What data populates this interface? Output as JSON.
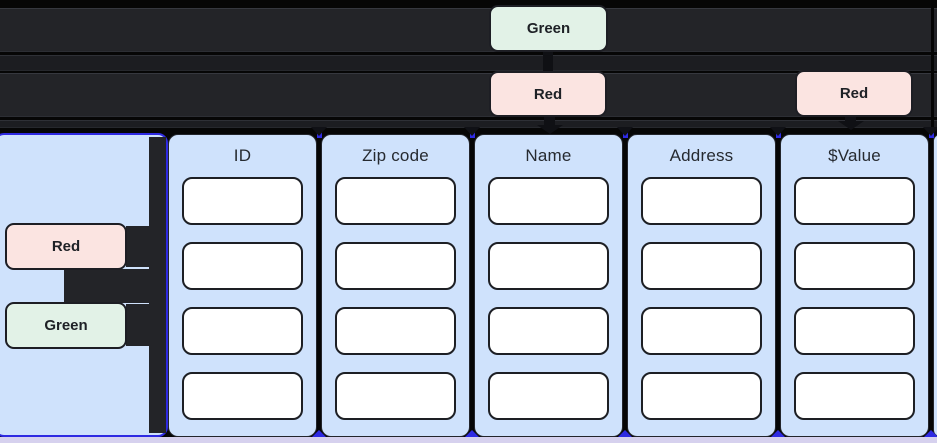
{
  "canvas": {
    "top_badges": [
      {
        "label": "Green",
        "variant": "green"
      },
      {
        "label": "Red",
        "variant": "red"
      },
      {
        "label": "Red",
        "variant": "red"
      }
    ],
    "left_panel": {
      "badges": [
        {
          "label": "Red",
          "variant": "red"
        },
        {
          "label": "Green",
          "variant": "green"
        }
      ]
    },
    "table": {
      "columns": [
        {
          "header": "ID",
          "cell_count": 4
        },
        {
          "header": "Zip code",
          "cell_count": 4
        },
        {
          "header": "Name",
          "cell_count": 4
        },
        {
          "header": "Address",
          "cell_count": 4
        },
        {
          "header": "$Value",
          "cell_count": 4
        }
      ],
      "partial_column_visible": true
    },
    "colors": {
      "background": "#060606",
      "lane_dark": "#232428",
      "lane_darker": "#1c1d21",
      "panel_fill": "#cfe2fc",
      "panel_border_blue": "#2e2ae2",
      "badge_green_bg": "#e2f2e7",
      "badge_red_bg": "#fbe4e1",
      "badge_border": "#1d1e24",
      "cell_fill": "#ffffff",
      "cell_border": "#1d1f24",
      "connector_dark": "#0f1014",
      "bottom_band": "#d6d1ee"
    }
  }
}
